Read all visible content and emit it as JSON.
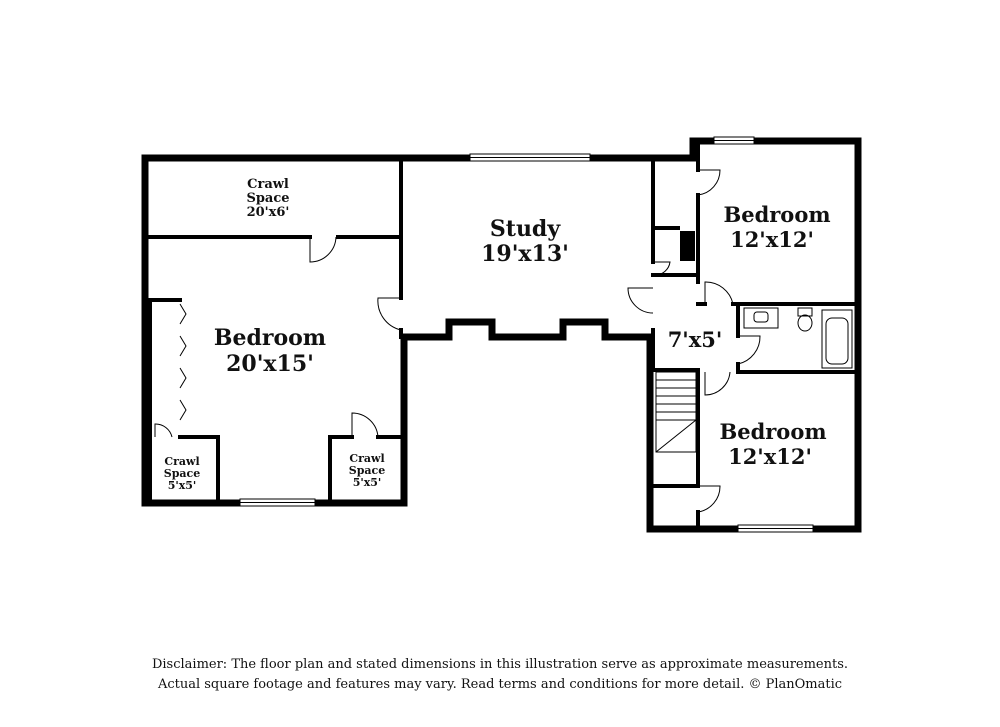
{
  "rooms": {
    "crawl_top": {
      "name": "Crawl\nSpace",
      "dim": "20'x6'"
    },
    "bedroom_main": {
      "name": "Bedroom",
      "dim": "20'x15'"
    },
    "study": {
      "name": "Study",
      "dim": "19'x13'"
    },
    "bedroom_ne": {
      "name": "Bedroom",
      "dim": "12'x12'"
    },
    "hall": {
      "dim": "7'x5'"
    },
    "bedroom_se": {
      "name": "Bedroom",
      "dim": "12'x12'"
    },
    "crawl_left": {
      "name": "Crawl\nSpace",
      "dim": "5'x5'"
    },
    "crawl_right": {
      "name": "Crawl\nSpace",
      "dim": "5'x5'"
    }
  },
  "disclaimer": {
    "line1": "Disclaimer: The floor plan and stated dimensions in this illustration serve as approximate measurements.",
    "line2": "Actual square footage and features may vary. Read terms and conditions for more detail. © PlanOmatic"
  }
}
